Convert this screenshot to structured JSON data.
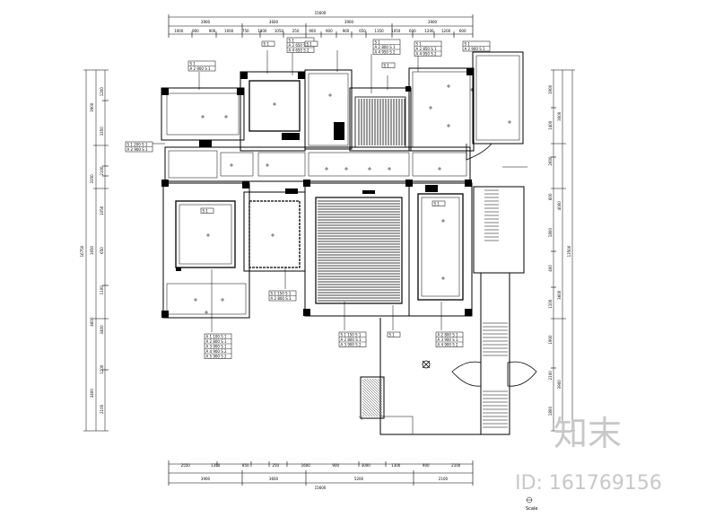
{
  "dims": {
    "top_total": "15600",
    "top": [
      "3900",
      "3600",
      "3900",
      "3900"
    ],
    "top_sub": [
      "1000",
      "900",
      "900",
      "1000",
      "750",
      "1800",
      "1050",
      "250",
      "900",
      "900",
      "900",
      "650",
      "1350",
      "1050",
      "600",
      "1200",
      "1200",
      "600"
    ],
    "bottom_total": "15600",
    "bottom": [
      "3900",
      "3600",
      "5200",
      "2100"
    ],
    "bottom_sub": [
      "2550",
      "1350",
      "850",
      "250",
      "1600",
      "900",
      "3000",
      "1300",
      "900",
      "2100"
    ],
    "left_total": "16750",
    "left": [
      "3900",
      "3350",
      "1650",
      "4600",
      "3400"
    ],
    "left_sub": [
      "1200",
      "3350",
      "2100",
      "1050",
      "650",
      "1100",
      "3400",
      "1200",
      "2100"
    ],
    "right_total": "13500",
    "right": [
      "3000",
      "4000",
      "3600",
      "3900"
    ],
    "right_sub": [
      "1900",
      "1400",
      "2600",
      "600",
      "1800",
      "400",
      "1100",
      "1900",
      "2100",
      "1800"
    ]
  },
  "tags": {
    "t1": [
      "S 1",
      "A 2 900 S 1"
    ],
    "t2": [
      "S 1"
    ],
    "t3": [
      "S 1",
      "A 2 650 S 1",
      "A 4 650 S 2"
    ],
    "t4": [
      "S 1",
      "A 2 800 S 1",
      "A 4 950 S 2"
    ],
    "t5": [
      "S 1"
    ],
    "t6": [
      "S 1",
      "A 2 850 S 1",
      "A 4 950 S 2"
    ],
    "t7": [
      "S 1",
      "A 2 900 S 1"
    ],
    "t8": [
      "S 1"
    ],
    "t9": [
      "S 1"
    ],
    "t10": [
      "S 1"
    ],
    "t11": [
      "S 1 200 S 1",
      "A 2 900 S 1"
    ],
    "t12": [
      "A 1 100 S 1",
      "A 2 800 S 1",
      "A 3 900 S 1",
      "A 4 900 S 2",
      "A 5 900 S 2"
    ],
    "t13": [
      "S 1 150 S 1",
      "A 2 800 S 1"
    ],
    "t14": [
      "S 1 150 S 1",
      "A 2 800 S 1",
      "A 3 900 S 2"
    ],
    "t15": [
      "S 1"
    ],
    "t16": [
      "A 2 800 S 1",
      "A 3 900 S 1",
      "A 4 900 S 2"
    ]
  },
  "watermark": {
    "logo": "知末",
    "id_text": "ID: 161769156"
  },
  "scale_text": "Scale"
}
